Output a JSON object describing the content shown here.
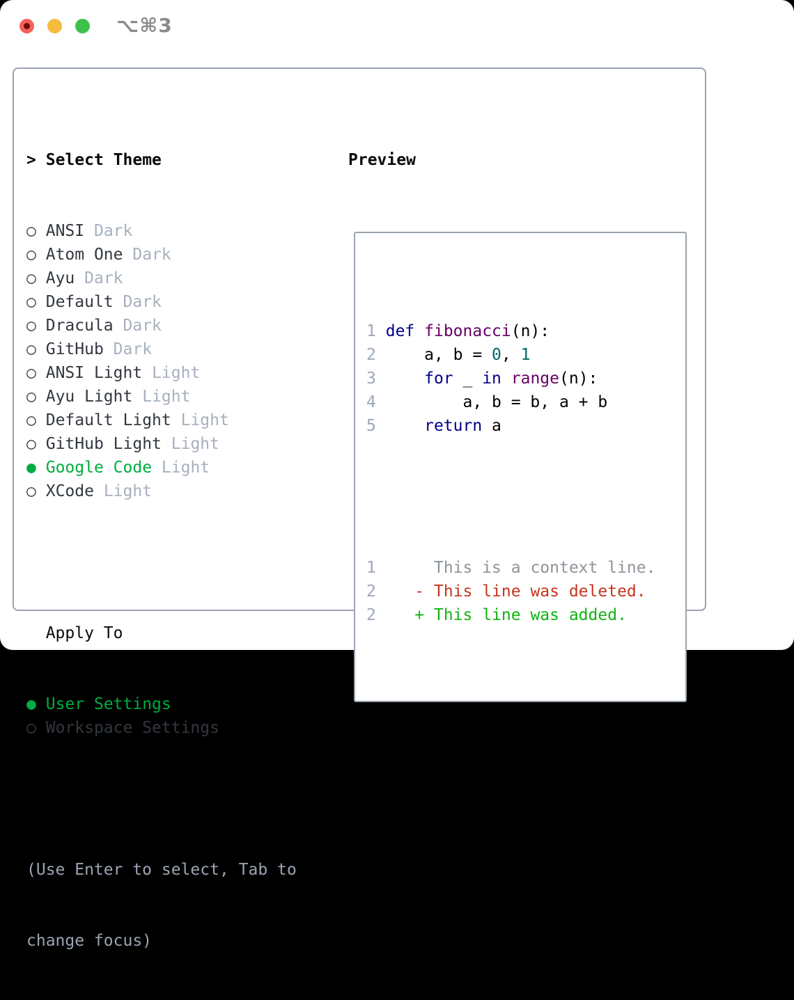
{
  "window": {
    "title": "⌥⌘3",
    "traffic_lights": [
      {
        "name": "close-button",
        "color": "#f4615a"
      },
      {
        "name": "minimize-button",
        "color": "#f6bc3d"
      },
      {
        "name": "zoom-button",
        "color": "#3ec14c"
      }
    ]
  },
  "theme_list": {
    "header": {
      "marker": ">",
      "label": "Select Theme"
    },
    "items": [
      {
        "marker": "○",
        "name": "ANSI",
        "tag": "Dark",
        "selected": false
      },
      {
        "marker": "○",
        "name": "Atom One",
        "tag": "Dark",
        "selected": false
      },
      {
        "marker": "○",
        "name": "Ayu",
        "tag": "Dark",
        "selected": false
      },
      {
        "marker": "○",
        "name": "Default",
        "tag": "Dark",
        "selected": false
      },
      {
        "marker": "○",
        "name": "Dracula",
        "tag": "Dark",
        "selected": false
      },
      {
        "marker": "○",
        "name": "GitHub",
        "tag": "Dark",
        "selected": false
      },
      {
        "marker": "○",
        "name": "ANSI Light",
        "tag": "Light",
        "selected": false
      },
      {
        "marker": "○",
        "name": "Ayu Light",
        "tag": "Light",
        "selected": false
      },
      {
        "marker": "○",
        "name": "Default Light",
        "tag": "Light",
        "selected": false
      },
      {
        "marker": "○",
        "name": "GitHub Light",
        "tag": "Light",
        "selected": false
      },
      {
        "marker": "●",
        "name": "Google Code",
        "tag": "Light",
        "selected": true
      },
      {
        "marker": "○",
        "name": "XCode",
        "tag": "Light",
        "selected": false
      }
    ]
  },
  "apply_to": {
    "header": "Apply To",
    "items": [
      {
        "marker": "●",
        "label": "User Settings",
        "selected": true
      },
      {
        "marker": "○",
        "label": "Workspace Settings",
        "selected": false
      }
    ]
  },
  "help": {
    "line1": "(Use Enter to select, Tab to",
    "line2": "change focus)"
  },
  "preview": {
    "header": "Preview",
    "code_lines": [
      {
        "num": "1",
        "tokens": [
          {
            "text": "def",
            "type": "keyword"
          },
          {
            "text": " ",
            "type": "plain"
          },
          {
            "text": "fibonacci",
            "type": "title"
          },
          {
            "text": "(n):",
            "type": "plain"
          }
        ]
      },
      {
        "num": "2",
        "tokens": [
          {
            "text": "    a, b = ",
            "type": "plain"
          },
          {
            "text": "0",
            "type": "number"
          },
          {
            "text": ", ",
            "type": "plain"
          },
          {
            "text": "1",
            "type": "number"
          }
        ]
      },
      {
        "num": "3",
        "tokens": [
          {
            "text": "    ",
            "type": "plain"
          },
          {
            "text": "for",
            "type": "keyword"
          },
          {
            "text": " _ ",
            "type": "plain"
          },
          {
            "text": "in",
            "type": "keyword"
          },
          {
            "text": " ",
            "type": "plain"
          },
          {
            "text": "range",
            "type": "title"
          },
          {
            "text": "(n):",
            "type": "plain"
          }
        ]
      },
      {
        "num": "4",
        "tokens": [
          {
            "text": "        a, b = b, a + b",
            "type": "plain"
          }
        ]
      },
      {
        "num": "5",
        "tokens": [
          {
            "text": "    ",
            "type": "plain"
          },
          {
            "text": "return",
            "type": "keyword"
          },
          {
            "text": " a",
            "type": "plain"
          }
        ]
      }
    ],
    "diff_lines": [
      {
        "num": "1",
        "marker": " ",
        "text": "This is a context line.",
        "kind": "context"
      },
      {
        "num": "2",
        "marker": "-",
        "text": "This line was deleted.",
        "kind": "deleted"
      },
      {
        "num": "2",
        "marker": "+",
        "text": "This line was added.",
        "kind": "added"
      }
    ]
  },
  "colors": {
    "accent_green": "#00ad3f",
    "diff_added_green": "#10b310",
    "diff_deleted_red": "#c5351d",
    "diff_context_gray": "#8d949c",
    "code_keyword": "#000088",
    "code_function": "#660066",
    "code_number": "#006666",
    "muted_gray": "#a7b0bf",
    "line_number_gray": "#9ca7b8",
    "panel_border": "#9aa3ae",
    "title_gray": "#8a8a8e"
  }
}
